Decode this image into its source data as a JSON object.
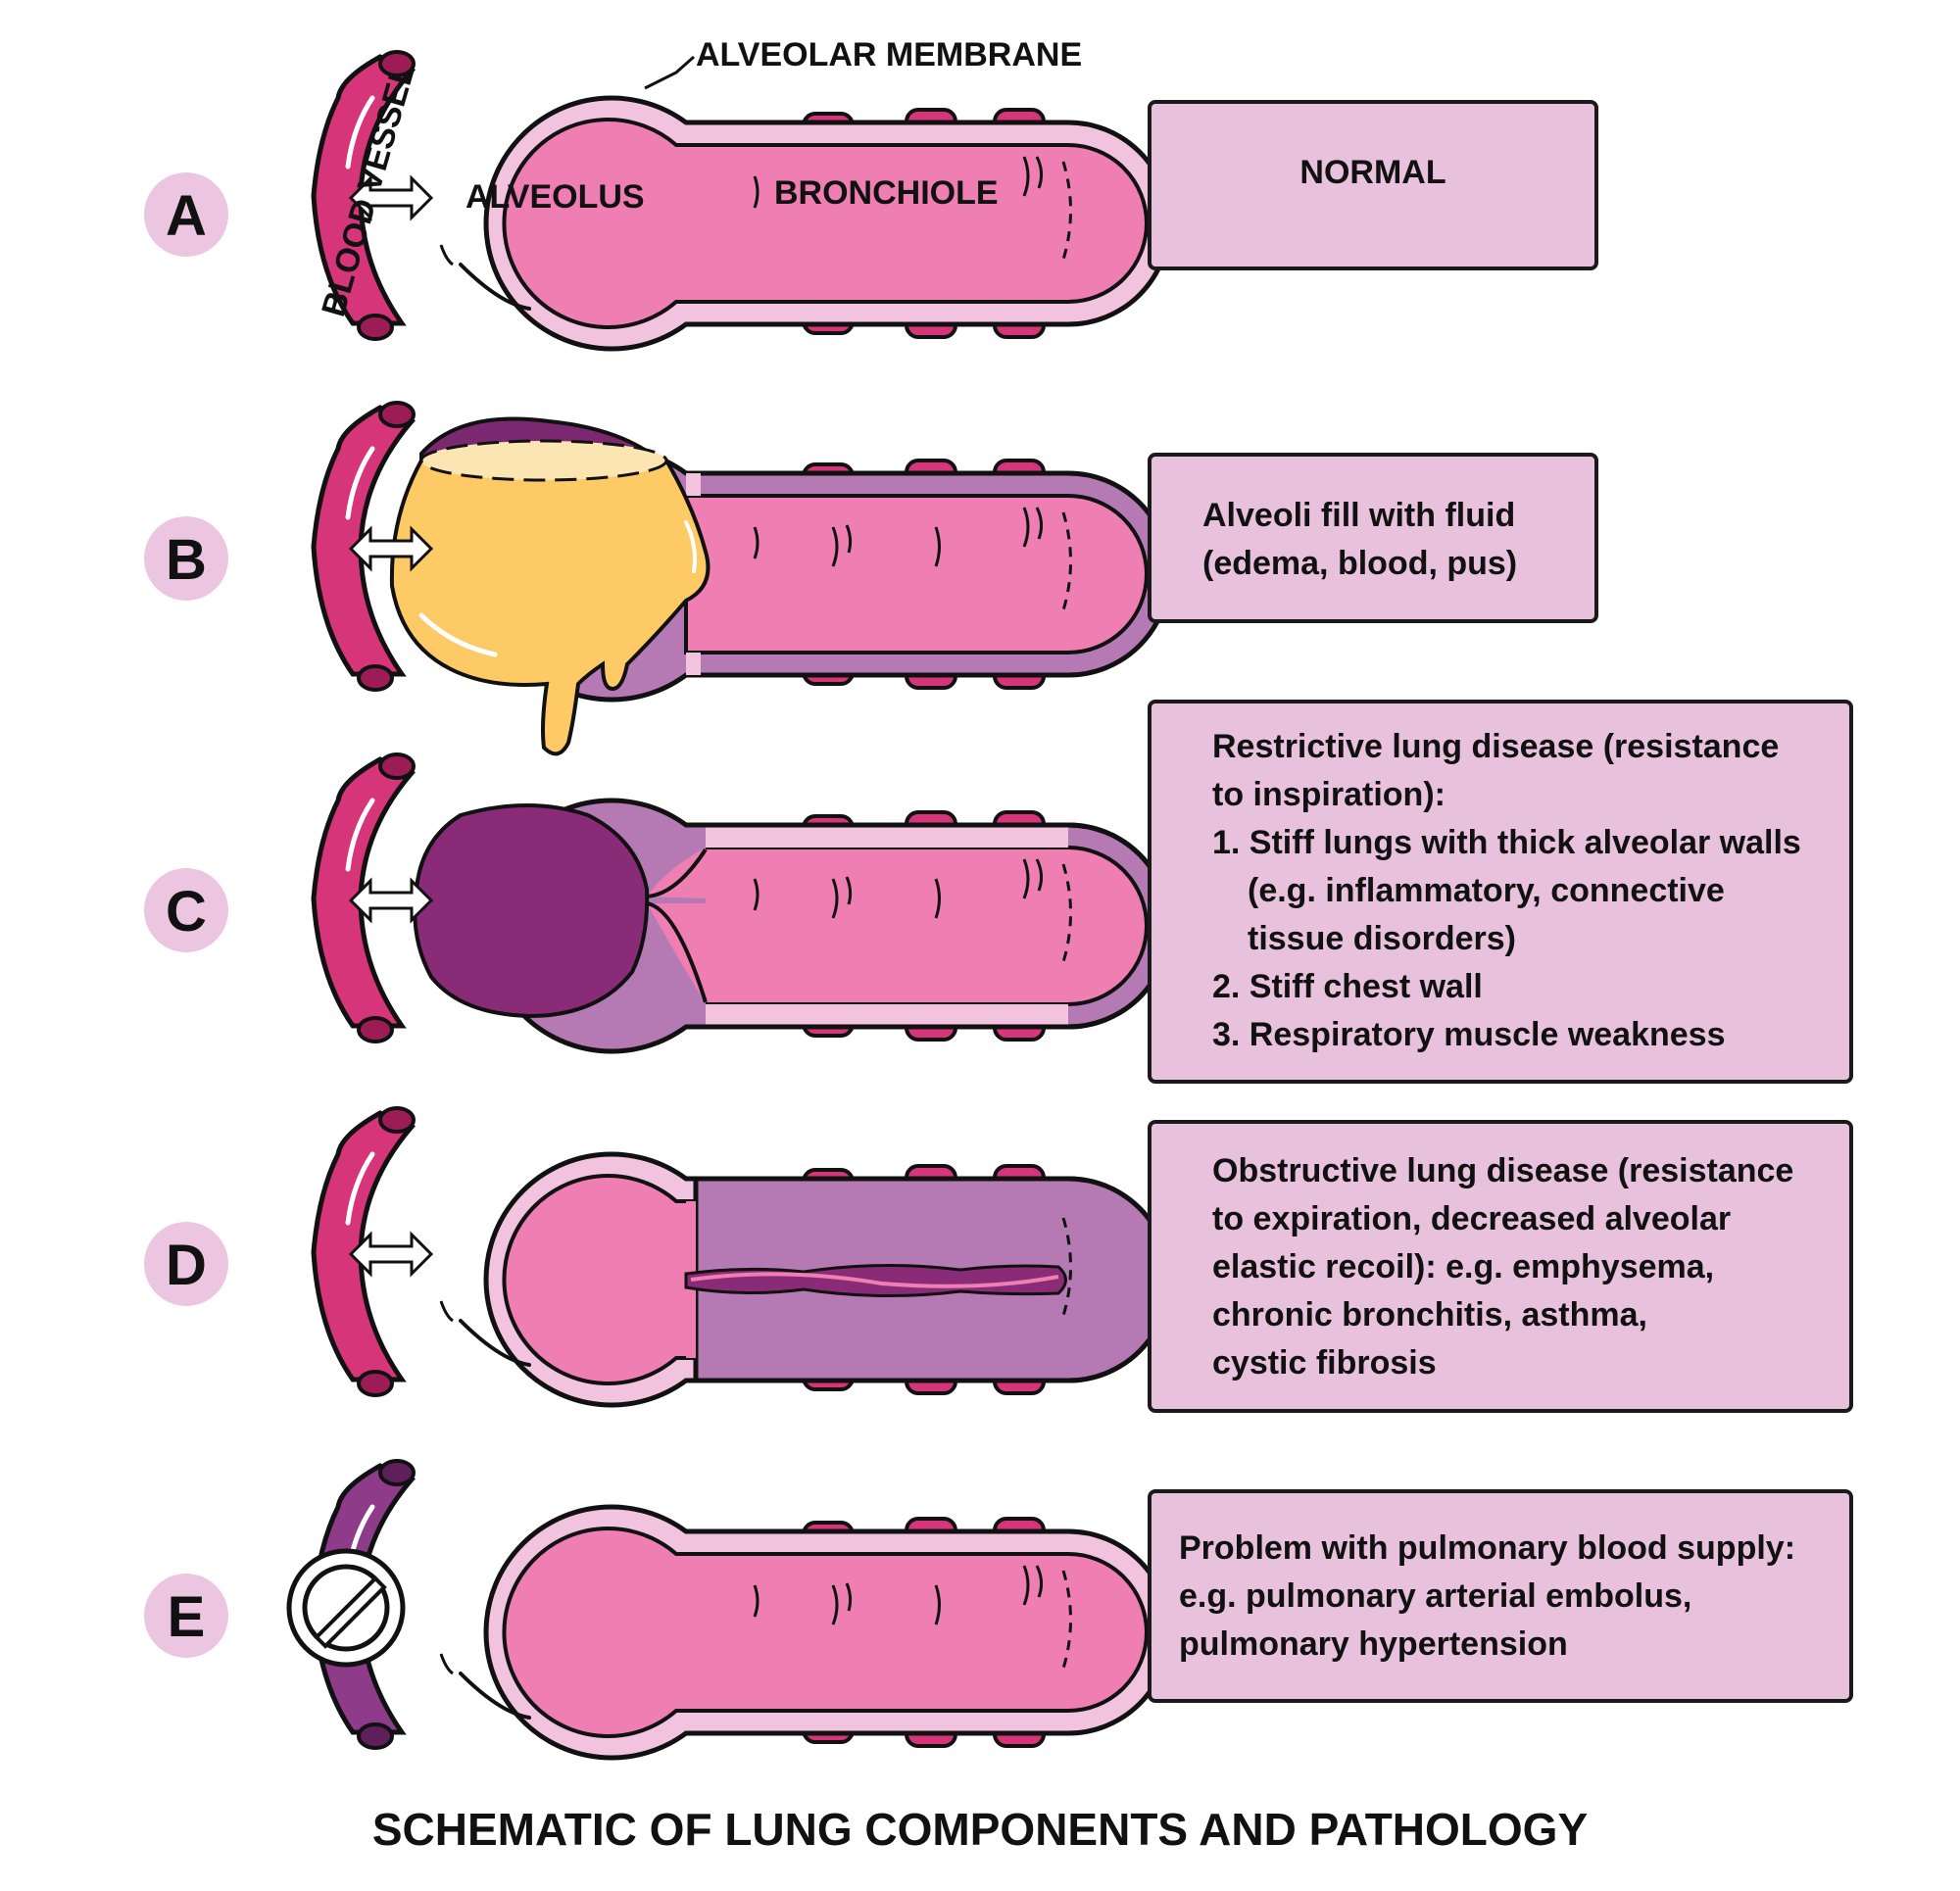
{
  "title": "SCHEMATIC OF LUNG COMPONENTS AND PATHOLOGY",
  "labels": {
    "alveolar_membrane": "ALVEOLAR MEMBRANE",
    "blood_vessel": "BLOOD VESSEL",
    "alveolus": "ALVEOLUS",
    "bronchiole": "BRONCHIOLE"
  },
  "rows": [
    {
      "letter": "A",
      "lines": [
        "NORMAL"
      ]
    },
    {
      "letter": "B",
      "lines": [
        "Alveoli fill with fluid",
        "(edema, blood, pus)"
      ]
    },
    {
      "letter": "C",
      "lines": [
        "Restrictive lung disease (resistance",
        "to inspiration):",
        "1. Stiff lungs with thick alveolar walls",
        "(e.g. inflammatory, connective",
        "tissue disorders)",
        "2. Stiff chest wall",
        "3. Respiratory muscle weakness"
      ]
    },
    {
      "letter": "D",
      "lines": [
        "Obstructive lung disease (resistance",
        "to expiration, decreased alveolar",
        "elastic recoil): e.g. emphysema,",
        "chronic bronchitis, asthma,",
        "cystic fibrosis"
      ]
    },
    {
      "letter": "E",
      "lines": [
        "Problem with pulmonary blood supply:",
        "e.g. pulmonary arterial embolus,",
        "pulmonary hypertension"
      ]
    }
  ],
  "colors": {
    "alveolus_pink": "#ef7fb3",
    "membrane_light": "#f1c3de",
    "vessel_magenta": "#d7357a",
    "vessel_blocked": "#8e3b8a",
    "thick_wall_purple": "#b57ab4",
    "collapsed_dark": "#8a2b78",
    "fluid_yellow": "#fdca66",
    "box_fill": "#e8c1dc",
    "letter_circle": "#ecc6e0"
  },
  "icons": [
    "double-arrow-icon",
    "prohibited-icon"
  ]
}
